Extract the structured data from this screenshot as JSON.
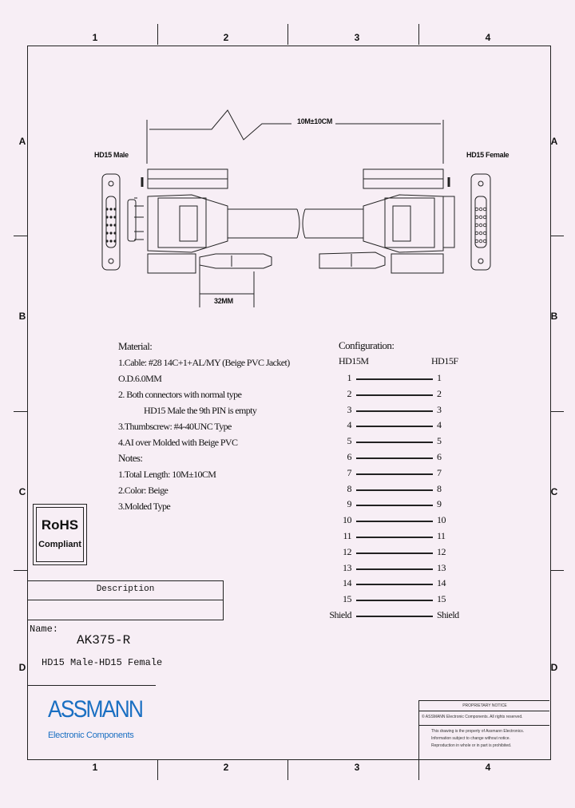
{
  "grid": {
    "columns": [
      "1",
      "2",
      "3",
      "4"
    ],
    "rows": [
      "A",
      "B",
      "C",
      "D"
    ]
  },
  "drawing": {
    "length_label": "10M±10CM",
    "left_connector_label": "HD15 Male",
    "right_connector_label": "HD15 Female",
    "dimension_label": "32MM"
  },
  "material": {
    "heading": "Material:",
    "lines": [
      "1.Cable: #28 14C+1+AL/MY (Beige PVC Jacket) O.D.6.0MM",
      "2. Both connectors with normal type",
      "HD15 Male the 9th PIN is empty",
      "3.Thumbscrew: #4-40UNC Type",
      "4.AI over Molded with Beige PVC"
    ],
    "notes_heading": "Notes:",
    "notes": [
      "1.Total Length: 10M±10CM",
      "2.Color: Beige",
      "3.Molded Type"
    ]
  },
  "configuration": {
    "heading": "Configuration:",
    "left_header": "HD15M",
    "right_header": "HD15F",
    "pins": [
      "1",
      "2",
      "3",
      "4",
      "5",
      "6",
      "7",
      "8",
      "9",
      "10",
      "11",
      "12",
      "13",
      "14",
      "15",
      "Shield"
    ]
  },
  "rohs": {
    "line1": "RoHS",
    "line2": "Compliant"
  },
  "title_block": {
    "description_label": "Description",
    "name_label": "Name:",
    "part_number": "AK375-R",
    "part_description": "HD15 Male-HD15 Female"
  },
  "logo": {
    "brand": "ASSMANN",
    "tagline": "Electronic Components",
    "color": "#1a6fc2"
  },
  "notice": {
    "title": "PROPRIETARY NOTICE",
    "line1": "© ASSMANN Electronic Components. All rights reserved.",
    "line2": "This drawing is the property of Assmann Electronics.",
    "line3": "Information subject to change without notice.",
    "line4": "Reproduction in whole or in part is prohibited."
  }
}
